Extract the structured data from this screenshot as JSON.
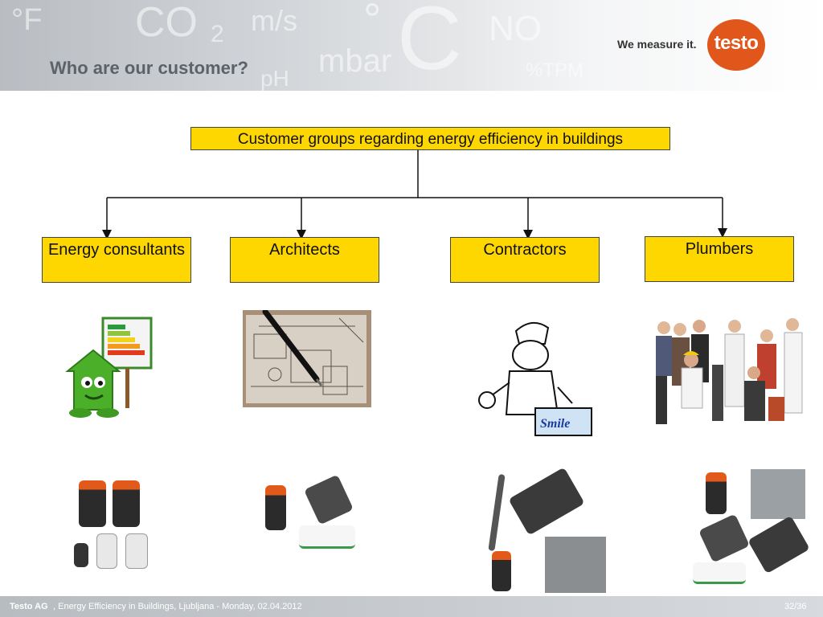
{
  "header": {
    "title": "Who are our customer?",
    "slogan": "We measure it.",
    "logo_text": "testo",
    "watermarks": [
      "°F",
      "CO",
      "2",
      "m/s",
      "°",
      "C",
      "NO",
      "mbar",
      "pH",
      "%TPM"
    ]
  },
  "diagram": {
    "root": "Customer groups regarding energy efficiency in buildings",
    "groups": [
      {
        "label": "Energy consultants"
      },
      {
        "label": "Architects"
      },
      {
        "label": "Contractors"
      },
      {
        "label": "Plumbers"
      }
    ]
  },
  "footer": {
    "company": "Testo AG",
    "text": ", Energy Efficiency in Buildings, Ljubljana -  Monday, 02.04.2012",
    "page": "32/36"
  },
  "colors": {
    "box_fill": "#ffd700",
    "title": "#5b6268",
    "logo": "#e0561b"
  }
}
